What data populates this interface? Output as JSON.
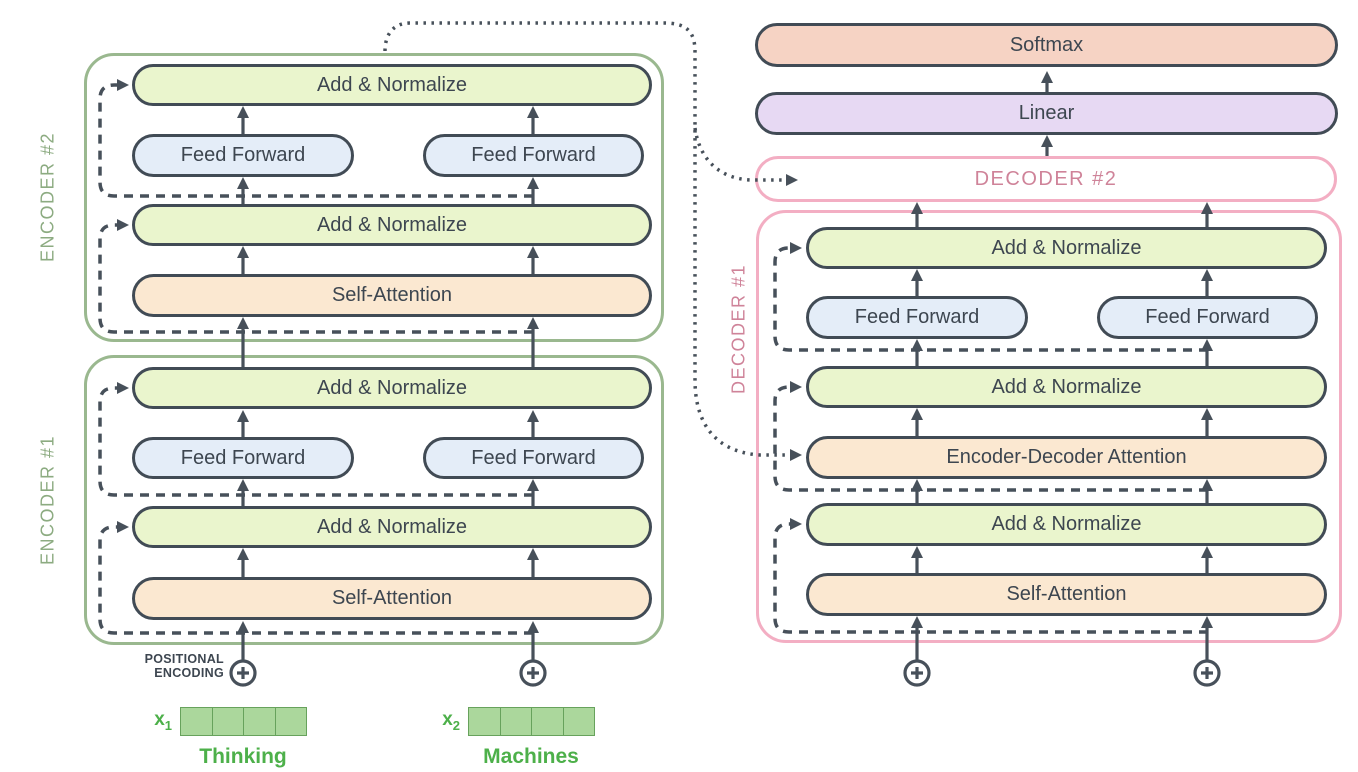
{
  "colors": {
    "background": "#ffffff",
    "line": "#47505a",
    "box_border": "#414b55",
    "text": "#3d4650",
    "addnorm_fill": "#eaf5cd",
    "ff_fill": "#e4edf8",
    "attention_fill": "#fbe8d1",
    "softmax_fill": "#f6d3c4",
    "linear_fill": "#e7d9f3",
    "encoder_outline": "#9ab88f",
    "encoder_label": "#8cab81",
    "decoder_outline": "#f3aec3",
    "decoder_label": "#cf8399",
    "input_green": "#4db04a",
    "cell_fill": "#abd79c",
    "cell_border": "#67a25c"
  },
  "encoder2": {
    "label": "ENCODER #2",
    "add_norm_top": "Add & Normalize",
    "feed_forward_left": "Feed Forward",
    "feed_forward_right": "Feed Forward",
    "add_norm_bottom": "Add & Normalize",
    "self_attention": "Self-Attention"
  },
  "encoder1": {
    "label": "ENCODER #1",
    "add_norm_top": "Add & Normalize",
    "feed_forward_left": "Feed Forward",
    "feed_forward_right": "Feed Forward",
    "add_norm_bottom": "Add & Normalize",
    "self_attention": "Self-Attention"
  },
  "decoder2": {
    "label": "DECODER #2"
  },
  "decoder1": {
    "label": "DECODER #1",
    "add_norm_top": "Add & Normalize",
    "feed_forward_left": "Feed Forward",
    "feed_forward_right": "Feed Forward",
    "add_norm_mid": "Add & Normalize",
    "encoder_decoder_attention": "Encoder-Decoder Attention",
    "add_norm_bottom": "Add & Normalize",
    "self_attention": "Self-Attention"
  },
  "head": {
    "softmax": "Softmax",
    "linear": "Linear"
  },
  "positional_encoding": {
    "line1": "POSITIONAL",
    "line2": "ENCODING"
  },
  "inputs": {
    "x1": {
      "symbol": "x",
      "subscript": "1",
      "word": "Thinking"
    },
    "x2": {
      "symbol": "x",
      "subscript": "2",
      "word": "Machines"
    }
  }
}
